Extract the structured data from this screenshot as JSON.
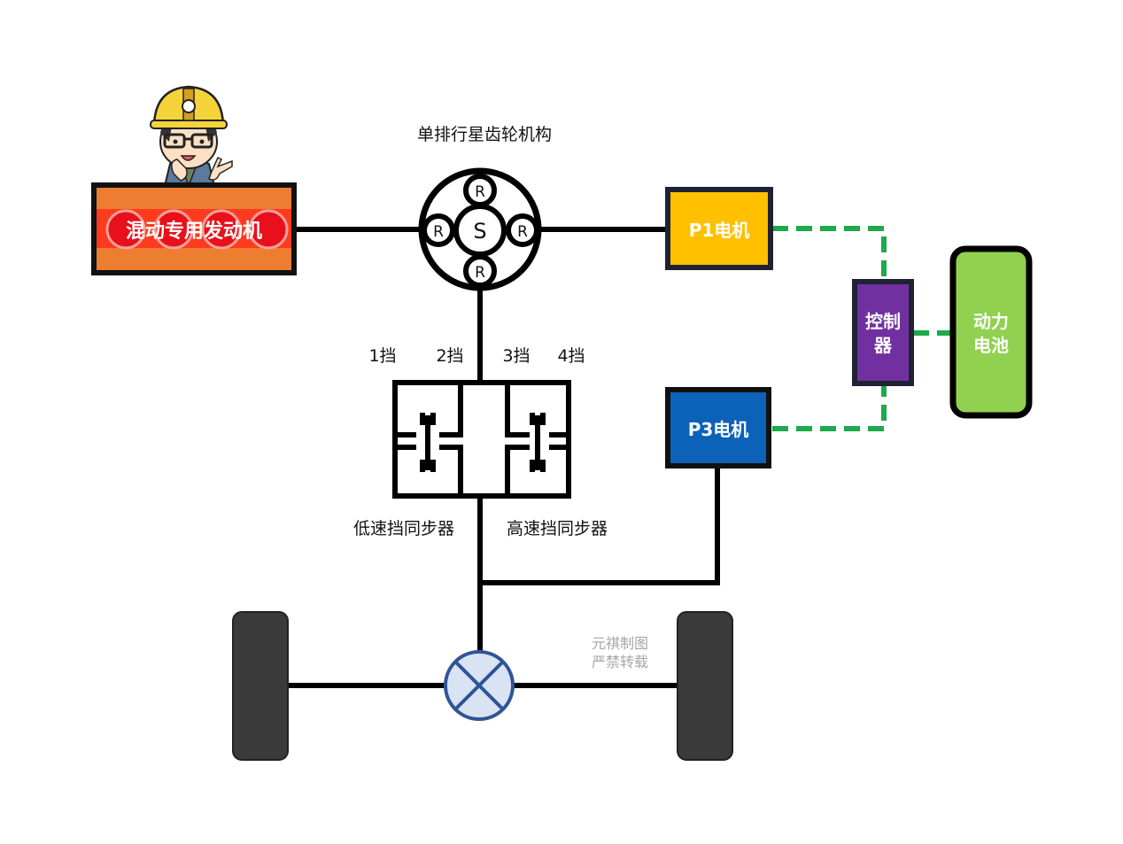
{
  "planetary": {
    "title": "单排行星齿轮机构",
    "sun_label": "S",
    "planet_labels": [
      "R",
      "R",
      "R",
      "R"
    ]
  },
  "engine": {
    "label": "混动专用发动机"
  },
  "motors": {
    "p1": {
      "label": "P1电机",
      "color": "#FFC000"
    },
    "p3": {
      "label": "P3电机",
      "color": "#0B62B8"
    }
  },
  "controller": {
    "label_line1": "控制",
    "label_line2": "器",
    "color": "#7030A0"
  },
  "battery": {
    "label_line1": "动力",
    "label_line2": "电池",
    "color": "#92D050"
  },
  "gears": {
    "labels": [
      "1挡",
      "2挡",
      "3挡",
      "4挡"
    ],
    "low_sync": "低速挡同步器",
    "high_sync": "高速挡同步器"
  },
  "watermark": {
    "line1": "元祺制图",
    "line2": "严禁转载"
  },
  "colors": {
    "line": "#000000",
    "dashed": "#1DAA4A",
    "engine_fill": "#ED7D31",
    "engine_band": "#FF3B1F",
    "engine_circle": "#E8101A",
    "differential_fill": "#DAE3F3",
    "differential_stroke": "#2F5597",
    "wheel": "#3A3A3A"
  }
}
